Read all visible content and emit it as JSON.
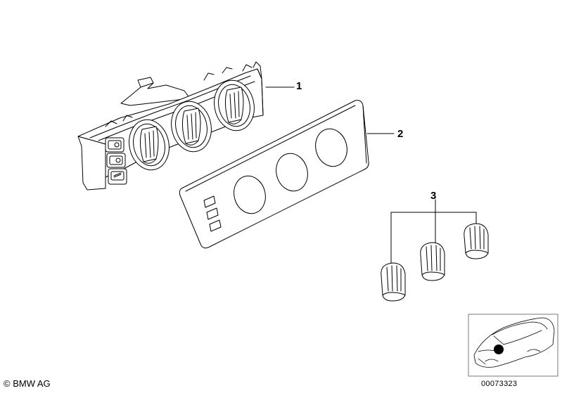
{
  "callouts": {
    "part1": "1",
    "part2": "2",
    "part3": "3"
  },
  "footer": {
    "copyright": "© BMW AG",
    "diagram_id": "00073323"
  },
  "colors": {
    "line": "#000000",
    "background": "#ffffff",
    "marker": "#000000"
  }
}
